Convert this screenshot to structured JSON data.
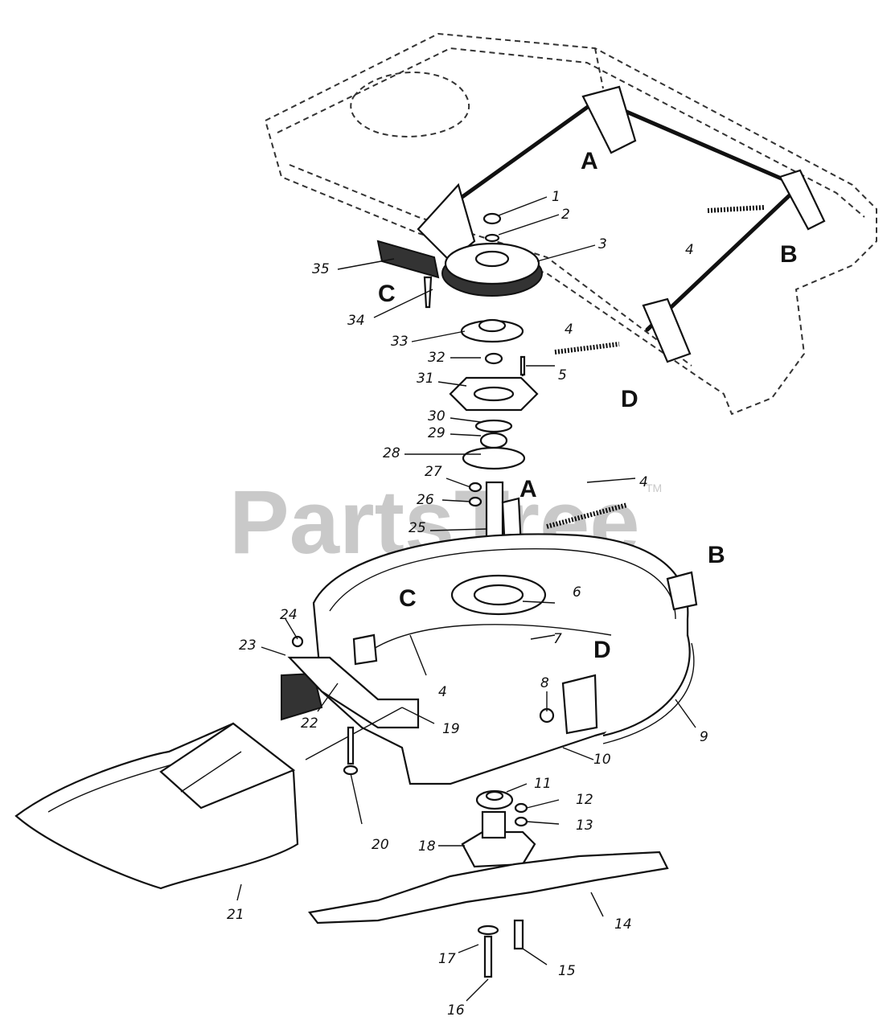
{
  "watermark": {
    "text": "PartsTree",
    "trademark": "TM"
  },
  "callouts": [
    "1",
    "2",
    "3",
    "4",
    "4",
    "4",
    "4",
    "5",
    "6",
    "7",
    "8",
    "9",
    "10",
    "11",
    "12",
    "13",
    "14",
    "15",
    "16",
    "17",
    "18",
    "19",
    "20",
    "21",
    "22",
    "23",
    "24",
    "25",
    "26",
    "27",
    "28",
    "29",
    "30",
    "31",
    "32",
    "33",
    "34",
    "35"
  ],
  "letters": [
    "A",
    "B",
    "C",
    "D",
    "A",
    "B",
    "C",
    "D"
  ]
}
